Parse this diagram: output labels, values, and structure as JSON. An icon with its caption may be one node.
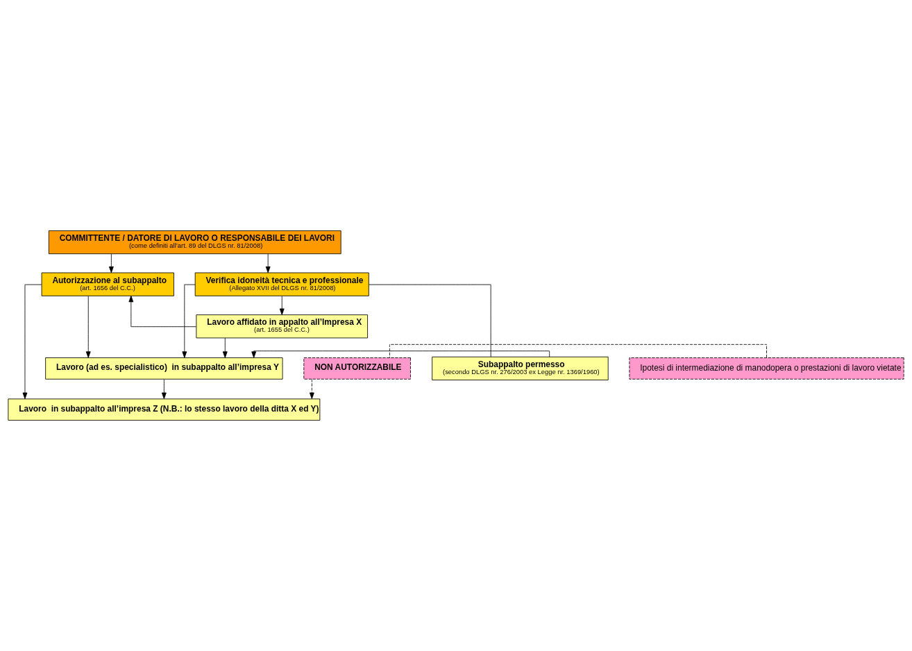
{
  "diagram": {
    "nodes": [
      {
        "text": [
          "COMMITTENTE / DATORE DI LAVORO O RESPONSABILE DEI LAVORI",
          "(come definiti all’art. 89 del DLGS nr. 81/2008)"
        ]
      },
      {
        "text": [
          "Autorizzazione al subappalto",
          "(art. 1656 del C.C.)"
        ]
      },
      {
        "text": [
          "Verifica idoneità tecnica e professionale",
          "(Allegato XVII del DLGS nr. 81/2008)"
        ]
      },
      {
        "text": [
          "Lavoro affidato in appalto all’Impresa X",
          "(art. 1655 del C.C.)"
        ]
      },
      {
        "text": [
          "Lavoro (ad es. specialistico)  in subappalto all’impresa Y"
        ]
      },
      {
        "text": [
          "Subappalto permesso",
          "(secondo DLGS nr. 276/2003 ex Legge nr. 1369/1960)"
        ]
      },
      {
        "text": [
          "Lavoro  in subappalto all’impresa Z (N.B.: lo stesso lavoro della ditta X ed Y)"
        ]
      },
      {
        "text": [
          "NON AUTORIZZABILE"
        ]
      },
      {
        "text": [
          "Ipotesi di intermediazione di manodopera o prestazioni di lavoro vietate"
        ]
      }
    ],
    "edges": [
      {
        "from": 0,
        "to": 1,
        "arrow": "to"
      },
      {
        "from": 0,
        "to": 2,
        "arrow": "to"
      },
      {
        "from": 3,
        "to": 1,
        "arrow": "to"
      },
      {
        "from": 2,
        "to": 3,
        "arrow": "to"
      },
      {
        "from": 3,
        "to": 4,
        "arrow": "to"
      },
      {
        "from": 1,
        "to": 4,
        "arrow": "to"
      },
      {
        "from": 2,
        "to": 4,
        "arrow": "to"
      },
      {
        "from": 2,
        "to": 5,
        "arrow": "none"
      },
      {
        "from": 5,
        "to": 4,
        "arrow": "to"
      },
      {
        "from": 4,
        "to": 6,
        "arrow": "to"
      },
      {
        "from": 1,
        "to": 6,
        "arrow": "to"
      },
      {
        "from": 7,
        "to": 6,
        "arrow": "to",
        "style": "dashed"
      },
      {
        "from": 8,
        "to": 7,
        "arrow": "none",
        "style": "dashed"
      }
    ]
  }
}
